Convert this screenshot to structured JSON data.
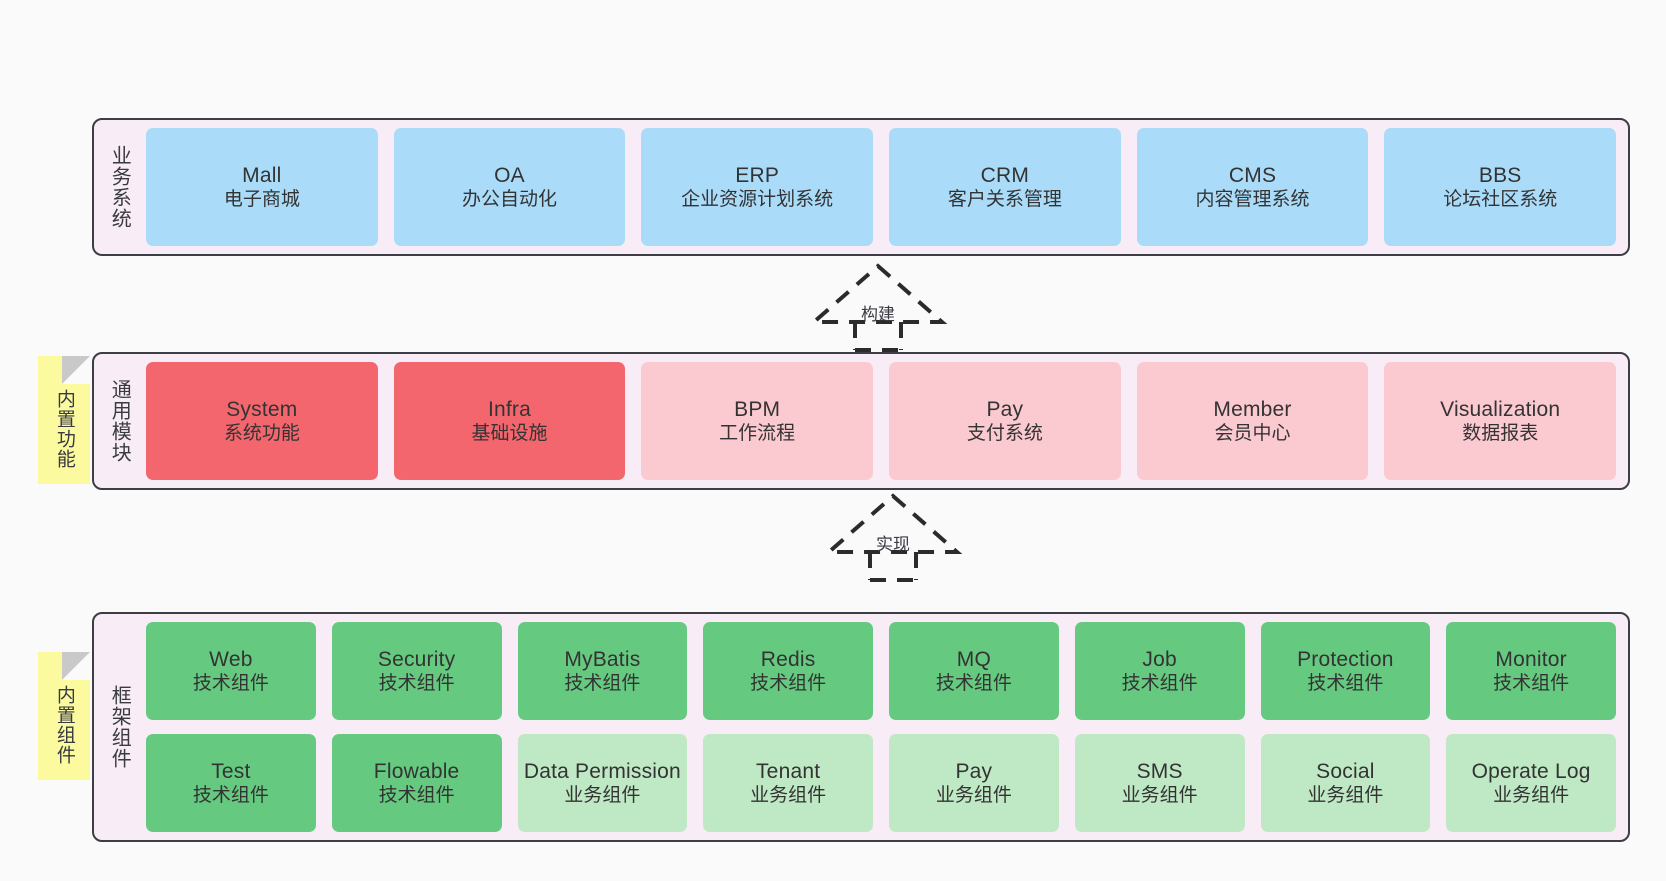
{
  "layers": [
    {
      "id": "business-system",
      "title": "业务系统",
      "rows": [
        {
          "style": "c-blue",
          "cards": [
            {
              "en": "Mall",
              "cn": "电子商城"
            },
            {
              "en": "OA",
              "cn": "办公自动化"
            },
            {
              "en": "ERP",
              "cn": "企业资源计划系统"
            },
            {
              "en": "CRM",
              "cn": "客户关系管理"
            },
            {
              "en": "CMS",
              "cn": "内容管理系统"
            },
            {
              "en": "BBS",
              "cn": "论坛社区系统"
            }
          ]
        }
      ]
    },
    {
      "id": "common-module",
      "title": "通用模块",
      "sticky": "内置功能",
      "rows": [
        {
          "cards": [
            {
              "en": "System",
              "cn": "系统功能",
              "style": "c-red"
            },
            {
              "en": "Infra",
              "cn": "基础设施",
              "style": "c-red"
            },
            {
              "en": "BPM",
              "cn": "工作流程",
              "style": "c-pink"
            },
            {
              "en": "Pay",
              "cn": "支付系统",
              "style": "c-pink"
            },
            {
              "en": "Member",
              "cn": "会员中心",
              "style": "c-pink"
            },
            {
              "en": "Visualization",
              "cn": "数据报表",
              "style": "c-pink"
            }
          ]
        }
      ]
    },
    {
      "id": "framework-component",
      "title": "框架组件",
      "sticky": "内置组件",
      "rows": [
        {
          "style": "c-green-dark",
          "cards": [
            {
              "en": "Web",
              "cn": "技术组件"
            },
            {
              "en": "Security",
              "cn": "技术组件"
            },
            {
              "en": "MyBatis",
              "cn": "技术组件"
            },
            {
              "en": "Redis",
              "cn": "技术组件"
            },
            {
              "en": "MQ",
              "cn": "技术组件"
            },
            {
              "en": "Job",
              "cn": "技术组件"
            },
            {
              "en": "Protection",
              "cn": "技术组件"
            },
            {
              "en": "Monitor",
              "cn": "技术组件"
            }
          ]
        },
        {
          "cards": [
            {
              "en": "Test",
              "cn": "技术组件",
              "style": "c-green-dark"
            },
            {
              "en": "Flowable",
              "cn": "技术组件",
              "style": "c-green-dark"
            },
            {
              "en": "Data Permission",
              "cn": "业务组件",
              "style": "c-green-light"
            },
            {
              "en": "Tenant",
              "cn": "业务组件",
              "style": "c-green-light"
            },
            {
              "en": "Pay",
              "cn": "业务组件",
              "style": "c-green-light"
            },
            {
              "en": "SMS",
              "cn": "业务组件",
              "style": "c-green-light"
            },
            {
              "en": "Social",
              "cn": "业务组件",
              "style": "c-green-light"
            },
            {
              "en": "Operate Log",
              "cn": "业务组件",
              "style": "c-green-light"
            }
          ]
        }
      ]
    }
  ],
  "arrows": [
    {
      "id": "build-arrow",
      "label": "构建"
    },
    {
      "id": "implement-arrow",
      "label": "实现"
    }
  ],
  "colors": {
    "panel_bg": "#f8ecf6",
    "panel_border": "#3d3d46",
    "blue": "#aadcfa",
    "red": "#f4666e",
    "pink": "#fbc9d0",
    "green_dark": "#66c980",
    "green_light": "#bfe8c4",
    "sticky": "#fbfa9e",
    "canvas_bg": "#fafafa"
  }
}
